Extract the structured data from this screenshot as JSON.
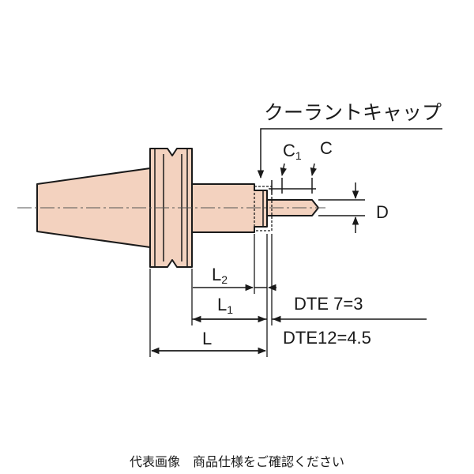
{
  "labels": {
    "coolant_cap": "クーラントキャップ",
    "C1_base": "C",
    "C1_sub": "1",
    "C": "C",
    "D": "D",
    "L2_base": "L",
    "L2_sub": "2",
    "L1_base": "L",
    "L1_sub": "1",
    "L": "L",
    "dte7": "DTE 7=3",
    "dte12": "DTE12=4.5"
  },
  "caption": "代表画像　商品仕様をご確認ください",
  "colors": {
    "body_fill": "#f3d2bf",
    "stroke": "#1a1a1a",
    "centerline": "#555555"
  }
}
